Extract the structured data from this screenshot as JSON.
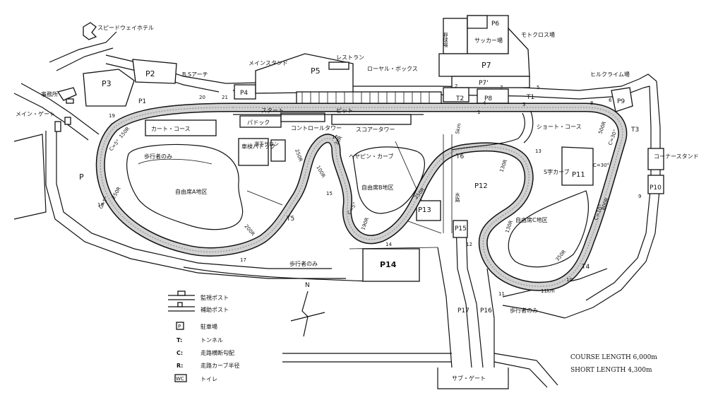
{
  "places": {
    "hotel": "スピードウェイホテル",
    "office": "事務所",
    "main_gate": "メイン・ゲート",
    "bs_arch": "B.Sアーチ",
    "main_stand": "メインスタンド",
    "restaurant": "レストラン",
    "royal_box": "ローヤル・ボックス",
    "baseball": "野球場",
    "soccer": "サッカー場",
    "motocross": "モトクロス場",
    "hill_climb": "ヒルクライム場",
    "cart_course": "カート・コース",
    "start": "スタート",
    "pit": "ピット",
    "paddock": "パドック",
    "control_tower": "コントロールタワー",
    "score_tower": "スコアータワー",
    "short_course": "ショート・コース",
    "corner_stand": "コーナースタンド",
    "scrutineer_paddock": "車検パドック",
    "pilot_salon": "選手サロン",
    "hairpin": "ヘヤピン・カーブ",
    "s_curve": "S字カーブ",
    "free_a": "自由席A地区",
    "free_b": "自由席B地区",
    "free_c": "自由席C地区",
    "walk_only_1": "歩行者のみ",
    "walk_only_2": "歩行者のみ",
    "walk_only_3": "歩行者のみ",
    "sub_gate": "サブ・ゲート",
    "water_feature": "水路"
  },
  "parking": {
    "P": "P",
    "P1": "P1",
    "P2": "P2",
    "P3": "P3",
    "P4": "P4",
    "P5": "P5",
    "P6": "P6",
    "P7": "P7",
    "P7b": "P7'",
    "P8": "P8",
    "P9": "P9",
    "P10": "P10",
    "P11": "P11",
    "P12": "P12",
    "P13": "P13",
    "P14": "P14",
    "P15": "P15",
    "P16": "P16",
    "P17": "P17"
  },
  "tunnels": {
    "T1": "T1",
    "T2": "T2",
    "T3": "T3",
    "T4": "T4",
    "T5": "T5",
    "T6": "T6"
  },
  "curve_labels": {
    "r150a": "150R",
    "c5a": "C=5°",
    "r250a": "250R",
    "c5b": "C=5°",
    "r200a": "200R",
    "r100a": "100R",
    "r30a": "30R",
    "r250b": "250R",
    "r250c": "250R",
    "c5c": "C=5°",
    "r190": "190R",
    "r130a": "130R",
    "r130b": "130R",
    "r800": "800R",
    "c10": "C=10°",
    "c30a": "C=30°",
    "r500": "500R",
    "c30b": "C=30°",
    "r350": "350R",
    "dist_5km": "5km",
    "dist_11km": "11km"
  },
  "posts": [
    "1",
    "2",
    "3",
    "4",
    "5",
    "6",
    "7",
    "8",
    "9",
    "10",
    "11",
    "12",
    "13",
    "14",
    "15",
    "16",
    "17",
    "18",
    "19",
    "20",
    "21"
  ],
  "legend": {
    "monitor_post": "監視ポスト",
    "aux_post": "補助ポスト",
    "parking": "駐車場",
    "parking_symbol": "P",
    "tunnel": "トンネル",
    "tunnel_symbol": "T:",
    "cross_slope": "走路横断勾配",
    "cross_slope_symbol": "C:",
    "curve_radius": "走路カーブ半径",
    "curve_radius_symbol": "R:",
    "toilet": "トイレ",
    "toilet_symbol": "WC"
  },
  "compass": {
    "north": "N"
  },
  "stats": {
    "course_length": "COURSE LENGTH 6,000m",
    "short_length": "SHORT LENGTH 4,300m"
  }
}
